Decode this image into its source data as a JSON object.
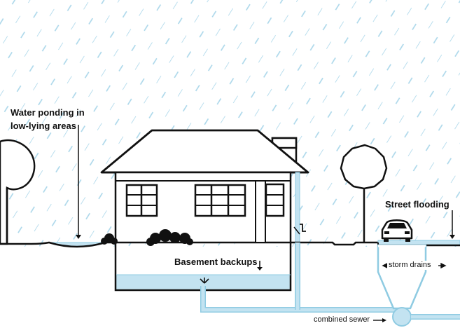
{
  "labels": {
    "ponding_line1": "Water ponding in",
    "ponding_line2": "low-lying areas",
    "basement": "Basement backups",
    "street": "Street flooding",
    "storm": "storm drains",
    "sewer": "combined sewer"
  },
  "colors": {
    "water": "#c3e3f1",
    "water_stroke": "#8fcbe2",
    "rain": "#a9d6ea",
    "outline": "#111111",
    "background": "#ffffff"
  },
  "icons": [
    "rain",
    "house",
    "tree",
    "shrub",
    "car",
    "drainpipe",
    "sewer-pipe"
  ]
}
